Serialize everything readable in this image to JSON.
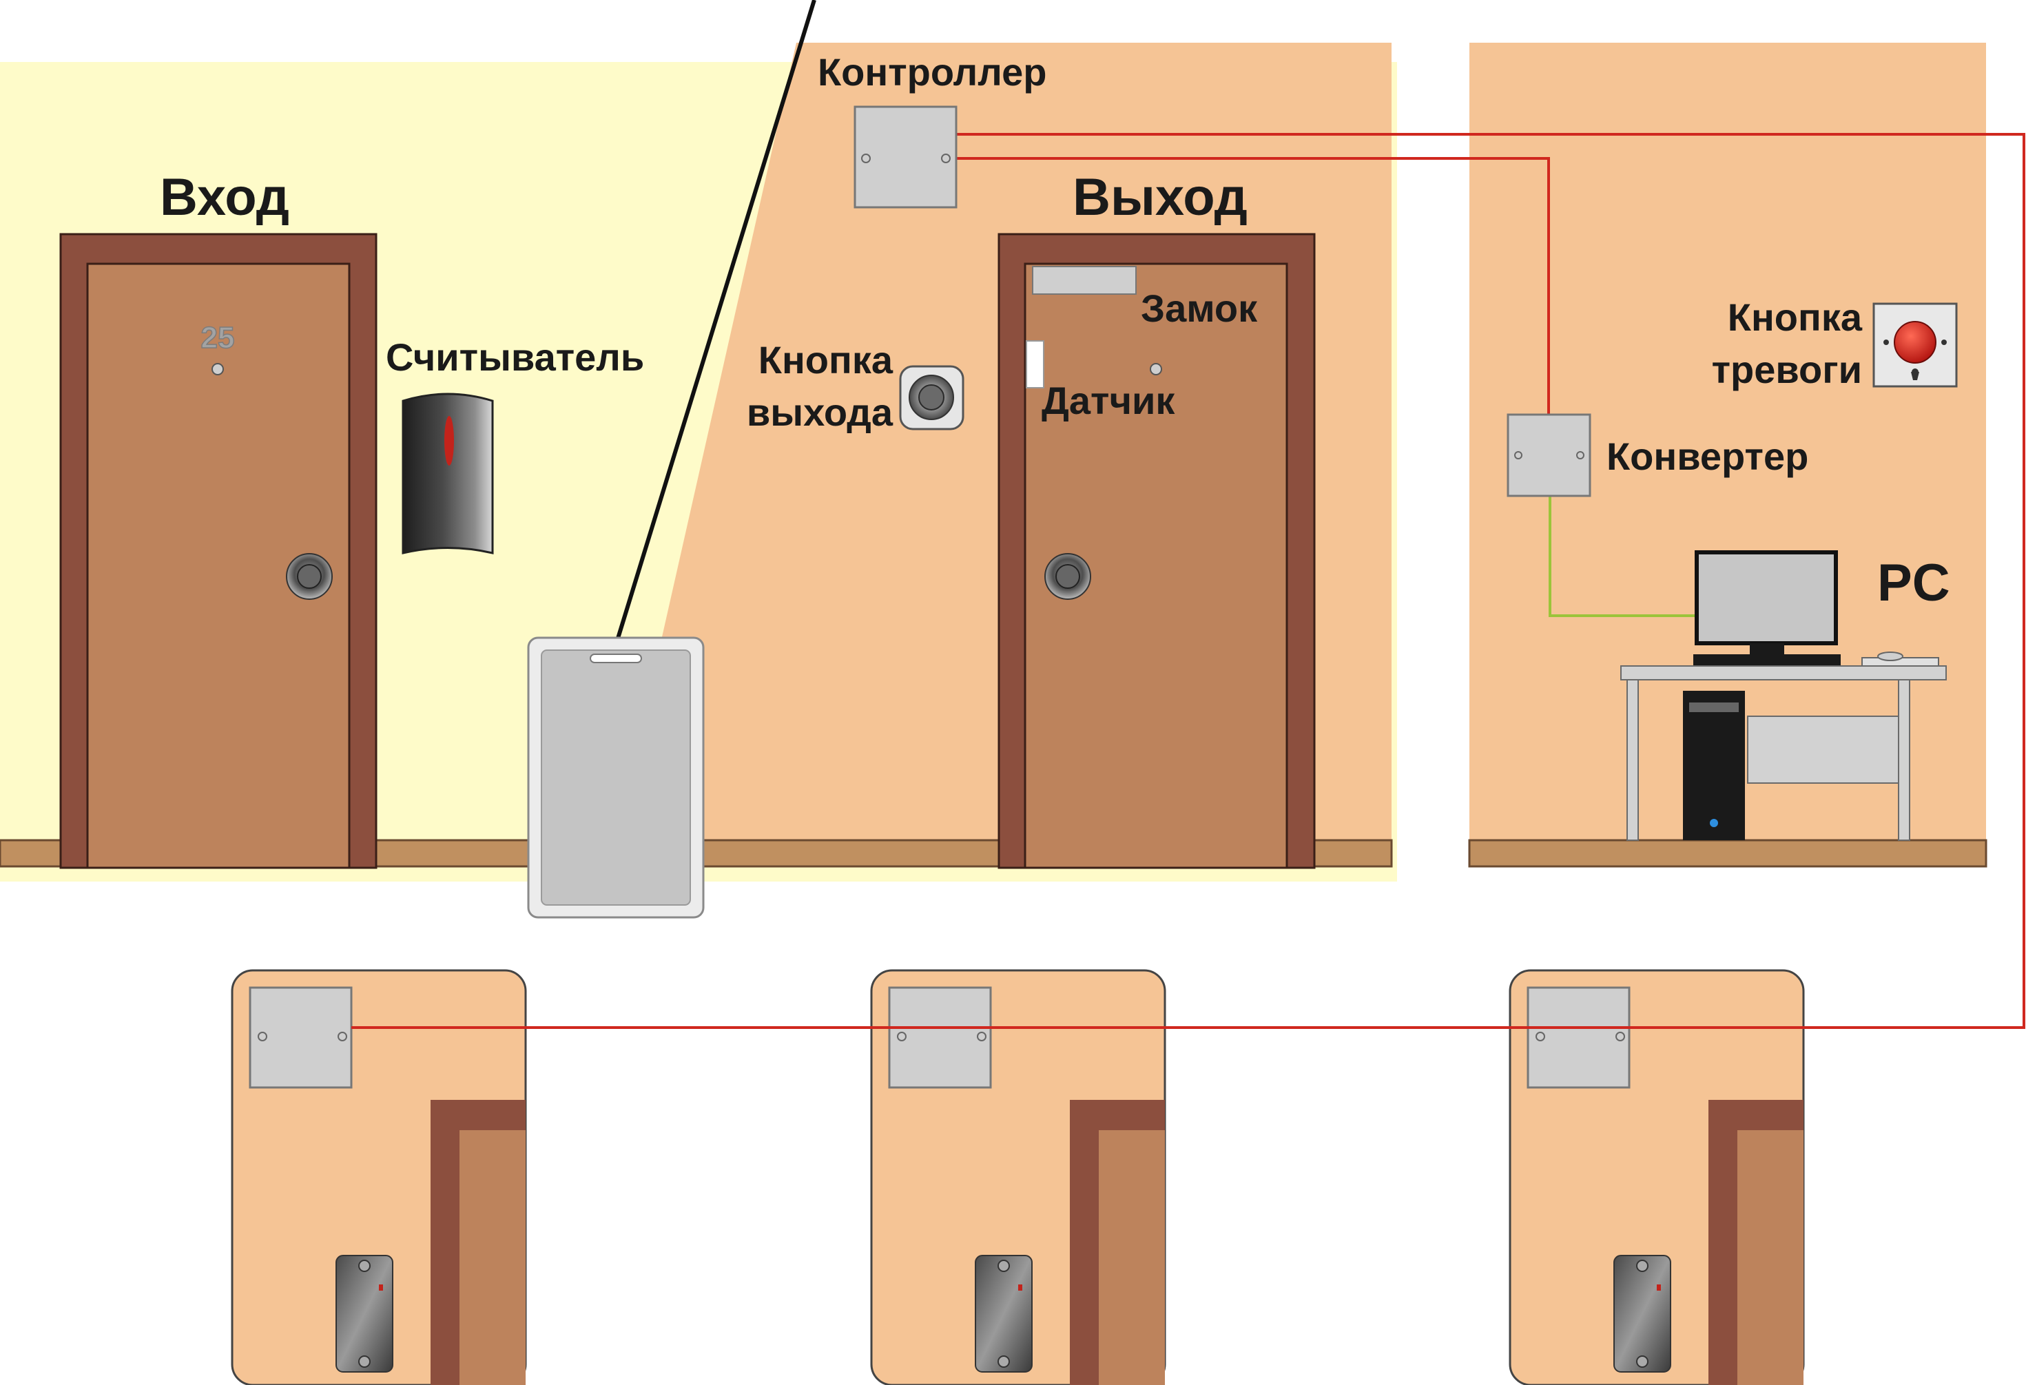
{
  "labels": {
    "entrance": "Вход",
    "exit": "Выход",
    "controller": "Контроллер",
    "reader": "Считыватель",
    "exit_button_line1": "Кнопка",
    "exit_button_line2": "выхода",
    "lock": "Замок",
    "sensor": "Датчик",
    "alarm_button_line1": "Кнопка",
    "alarm_button_line2": "тревоги",
    "converter": "Конвертер",
    "pc": "PC",
    "door_number": "25"
  },
  "colors": {
    "corridor": "#fefbc9",
    "room": "#f5c495",
    "door_frame": "#8c4f3e",
    "door_leaf": "#bd835c",
    "floor": "#c09060",
    "device_grey": "#cfcfcf",
    "wire_red": "#d0281f",
    "wire_green": "#9bc43a",
    "alarm_red": "#d3231d"
  },
  "icons": {
    "door_knob": "door-knob-icon",
    "reader": "card-reader-icon",
    "card": "proximity-card-icon",
    "exit_button": "exit-button-icon",
    "alarm_button": "alarm-button-icon",
    "computer": "computer-icon"
  }
}
